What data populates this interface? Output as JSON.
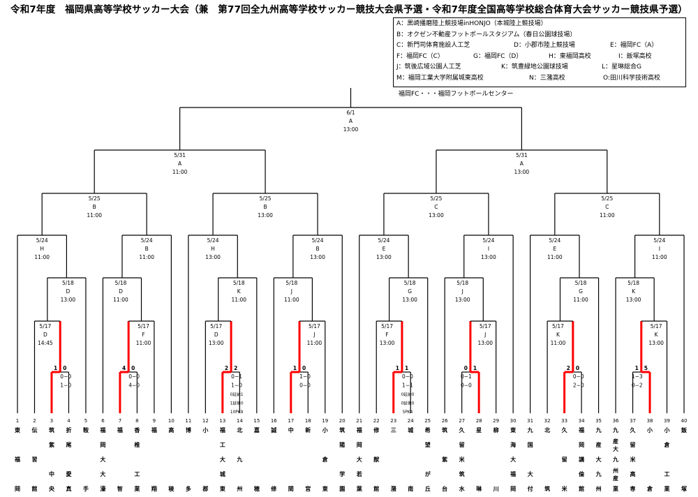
{
  "title": "令和7年度　福岡県高等学校サッカー大会（兼　第77回全九州高等学校サッカー競技大会県予選・令和7年度全国高等学校総合体育大会サッカー競技県予選）",
  "legend": {
    "rows": [
      [
        "A：黒崎播磨陸上競技場inHONJO（本城陸上競技場）"
      ],
      [
        "B：オクゼン不動産フットボールスタジアム（春日公園球技場）"
      ],
      [
        "C：新門司体育施設人工芝",
        "D：小郡市陸上競技場",
        "E：福岡FC（A）"
      ],
      [
        "F：福岡FC（C）",
        "G：福岡FC（D）",
        "H：東福岡高校",
        "I：飯塚高校"
      ],
      [
        "J：筑後広域公園人工芝",
        "K：筑豊緑地公園球技場",
        "L：星琳総合G"
      ],
      [
        "M：福岡工業大学附属城東高校",
        "N：三潴高校",
        "O:田川科学技術高校"
      ]
    ],
    "note": "福岡FC・・・福岡フットボールセンター"
  },
  "colors": {
    "line": "#000000",
    "winner": "#ff0000"
  },
  "final": {
    "date": "6/1",
    "venue": "A",
    "time": "13:00"
  },
  "semis": [
    {
      "date": "5/31",
      "venue": "A",
      "time": "11:00"
    },
    {
      "date": "5/31",
      "venue": "A",
      "time": "13:00"
    }
  ],
  "groups": [
    {
      "r525": {
        "date": "5/25",
        "venue": "B",
        "time": "11:00"
      },
      "left": {
        "r524": {
          "date": "5/24",
          "venue": "H",
          "time": "11:00"
        },
        "r518": {
          "date": "5/18",
          "venue": "D",
          "time": "13:00"
        },
        "r517": {
          "date": "5/17",
          "venue": "D",
          "time": "14:45"
        },
        "first": {
          "score_l": "1",
          "score_r": "0",
          "winner": "left",
          "detail": [
            "0−0",
            "1−0"
          ]
        }
      },
      "right": {
        "r524": {
          "date": "5/24",
          "venue": "B",
          "time": "11:00"
        },
        "r518": {
          "date": "5/18",
          "venue": "D",
          "time": "11:00"
        },
        "r517": {
          "date": "5/17",
          "venue": "F",
          "time": "11:00"
        },
        "first": {
          "score_l": "4",
          "score_r": "0",
          "winner": "left",
          "detail": [
            "0−0",
            "4−0"
          ]
        }
      }
    },
    {
      "r525": {
        "date": "5/25",
        "venue": "B",
        "time": "13:00"
      },
      "left": {
        "r524": {
          "date": "5/24",
          "venue": "H",
          "time": "13:00"
        },
        "r518": {
          "date": "5/18",
          "venue": "K",
          "time": "11:00"
        },
        "r517": {
          "date": "5/17",
          "venue": "D",
          "time": "13:00"
        },
        "first": {
          "score_l": "2",
          "score_r": "2",
          "winner": "left",
          "detail": [
            "0−1",
            "1−0",
            "0延前1",
            "1延後0",
            "10PK9"
          ]
        }
      },
      "right": {
        "r524": {
          "date": "5/24",
          "venue": "B",
          "time": "13:00"
        },
        "r518": {
          "date": "5/18",
          "venue": "J",
          "time": "11:00"
        },
        "r517": {
          "date": "5/17",
          "venue": "J",
          "time": "11:00"
        },
        "first": {
          "score_l": "1",
          "score_r": "0",
          "winner": "left",
          "detail": [
            "1−0",
            "0−0"
          ]
        }
      }
    },
    {
      "r525": {
        "date": "5/25",
        "venue": "C",
        "time": "13:00"
      },
      "left": {
        "r524": {
          "date": "5/24",
          "venue": "E",
          "time": "13:00"
        },
        "r518": {
          "date": "5/18",
          "venue": "G",
          "time": "13:00"
        },
        "r517": {
          "date": "5/17",
          "venue": "F",
          "time": "13:00"
        },
        "first": {
          "score_l": "1",
          "score_r": "1",
          "winner": "left",
          "detail": [
            "0−0",
            "1−1",
            "0延前0",
            "0延後0",
            "5PK4"
          ]
        }
      },
      "right": {
        "r524": {
          "date": "5/24",
          "venue": "I",
          "time": "13:00"
        },
        "r518": {
          "date": "5/18",
          "venue": "J",
          "time": "13:00"
        },
        "r517": {
          "date": "5/17",
          "venue": "J",
          "time": "13:00"
        },
        "first": {
          "score_l": "0",
          "score_r": "1",
          "winner": "right",
          "detail": [
            "0−1",
            "0−0"
          ]
        }
      }
    },
    {
      "r525": {
        "date": "5/25",
        "venue": "C",
        "time": "11:00"
      },
      "left": {
        "r524": {
          "date": "5/24",
          "venue": "E",
          "time": "11:00"
        },
        "r518": {
          "date": "5/18",
          "venue": "G",
          "time": "11:00"
        },
        "r517": {
          "date": "5/17",
          "venue": "K",
          "time": "11:00"
        },
        "first": {
          "score_l": "2",
          "score_r": "0",
          "winner": "left",
          "detail": [
            "0−0",
            "2−0"
          ]
        }
      },
      "right": {
        "r524": {
          "date": "5/24",
          "venue": "I",
          "time": "11:00"
        },
        "r518": {
          "date": "5/18",
          "venue": "K",
          "time": "13:00"
        },
        "r517": {
          "date": "5/17",
          "venue": "K",
          "time": "13:00"
        },
        "first": {
          "score_l": "1",
          "score_r": "5",
          "winner": "right",
          "detail": [
            "1−3",
            "0−2"
          ]
        }
      }
    }
  ],
  "teams": [
    {
      "no": "1",
      "name": [
        "東",
        "",
        "福",
        "",
        "岡"
      ]
    },
    {
      "no": "2",
      "name": [
        "伝",
        "",
        "習",
        "",
        "館"
      ]
    },
    {
      "no": "3",
      "name": [
        "筑",
        "紫",
        "",
        "中",
        "央"
      ]
    },
    {
      "no": "4",
      "name": [
        "折",
        "尾",
        "",
        "愛",
        "真"
      ]
    },
    {
      "no": "5",
      "name": [
        "鞍",
        "",
        "",
        "",
        "手"
      ]
    },
    {
      "no": "6",
      "name": [
        "福",
        "岡",
        "大",
        "大",
        "濠"
      ]
    },
    {
      "no": "7",
      "name": [
        "福",
        "",
        "",
        "",
        "智"
      ]
    },
    {
      "no": "8",
      "name": [
        "香",
        "椎",
        "",
        "工",
        "業"
      ]
    },
    {
      "no": "9",
      "name": [
        "福",
        "",
        "",
        "",
        "翔"
      ]
    },
    {
      "no": "10",
      "name": [
        "高",
        "",
        "",
        "",
        "稜"
      ]
    },
    {
      "no": "11",
      "name": [
        "博",
        "",
        "",
        "",
        "多"
      ]
    },
    {
      "no": "12",
      "name": [
        "小",
        "",
        "",
        "",
        "郡"
      ]
    },
    {
      "no": "13",
      "name": [
        "福",
        "工",
        "大",
        "城",
        "東"
      ]
    },
    {
      "no": "14",
      "name": [
        "北",
        "",
        "九",
        "",
        "州"
      ]
    },
    {
      "no": "15",
      "name": [
        "嘉",
        "",
        "",
        "",
        "穂"
      ]
    },
    {
      "no": "16",
      "name": [
        "誠",
        "",
        "",
        "",
        "修"
      ]
    },
    {
      "no": "17",
      "name": [
        "中",
        "",
        "",
        "",
        "間"
      ]
    },
    {
      "no": "18",
      "name": [
        "新",
        "",
        "",
        "",
        "宮"
      ]
    },
    {
      "no": "19",
      "name": [
        "小",
        "",
        "倉",
        "",
        "東"
      ]
    },
    {
      "no": "20",
      "name": [
        "筑",
        "陽",
        "",
        "学",
        "園"
      ]
    },
    {
      "no": "21",
      "name": [
        "福",
        "岡",
        "大",
        "若",
        "葉"
      ]
    },
    {
      "no": "22",
      "name": [
        "修",
        "",
        "猷",
        "",
        "館"
      ]
    },
    {
      "no": "23",
      "name": [
        "三",
        "",
        "",
        "",
        "潴"
      ]
    },
    {
      "no": "24",
      "name": [
        "城",
        "",
        "",
        "",
        "南"
      ]
    },
    {
      "no": "25",
      "name": [
        "希",
        "望",
        "",
        "が",
        "丘"
      ]
    },
    {
      "no": "26",
      "name": [
        "筑",
        "",
        "紫",
        "",
        "台"
      ]
    },
    {
      "no": "27",
      "name": [
        "久",
        "留",
        "米",
        "筑",
        "水"
      ]
    },
    {
      "no": "28",
      "name": [
        "星",
        "",
        "",
        "",
        "琳"
      ]
    },
    {
      "no": "29",
      "name": [
        "柳",
        "",
        "",
        "",
        "川"
      ]
    },
    {
      "no": "30",
      "name": [
        "東",
        "海",
        "大",
        "福",
        "岡"
      ]
    },
    {
      "no": "31",
      "name": [
        "九",
        "国",
        "",
        "大",
        "付"
      ]
    },
    {
      "no": "32",
      "name": [
        "北",
        "",
        "",
        "",
        "筑"
      ]
    },
    {
      "no": "33",
      "name": [
        "久",
        "",
        "留",
        "",
        "米"
      ]
    },
    {
      "no": "34",
      "name": [
        "福",
        "岡",
        "講",
        "倫",
        "館"
      ]
    },
    {
      "no": "35",
      "name": [
        "九",
        "産",
        "大",
        "九",
        "州"
      ]
    },
    {
      "no": "36",
      "name": [
        "九",
        "産大",
        "九",
        "州産",
        "業"
      ]
    },
    {
      "no": "37",
      "name": [
        "久",
        "留",
        "米",
        "高",
        "専"
      ]
    },
    {
      "no": "38",
      "name": [
        "小",
        "",
        "",
        "",
        "倉"
      ]
    },
    {
      "no": "39",
      "name": [
        "小",
        "倉",
        "",
        "工",
        "業"
      ]
    },
    {
      "no": "40",
      "name": [
        "飯",
        "",
        "",
        "",
        "塚"
      ]
    }
  ]
}
